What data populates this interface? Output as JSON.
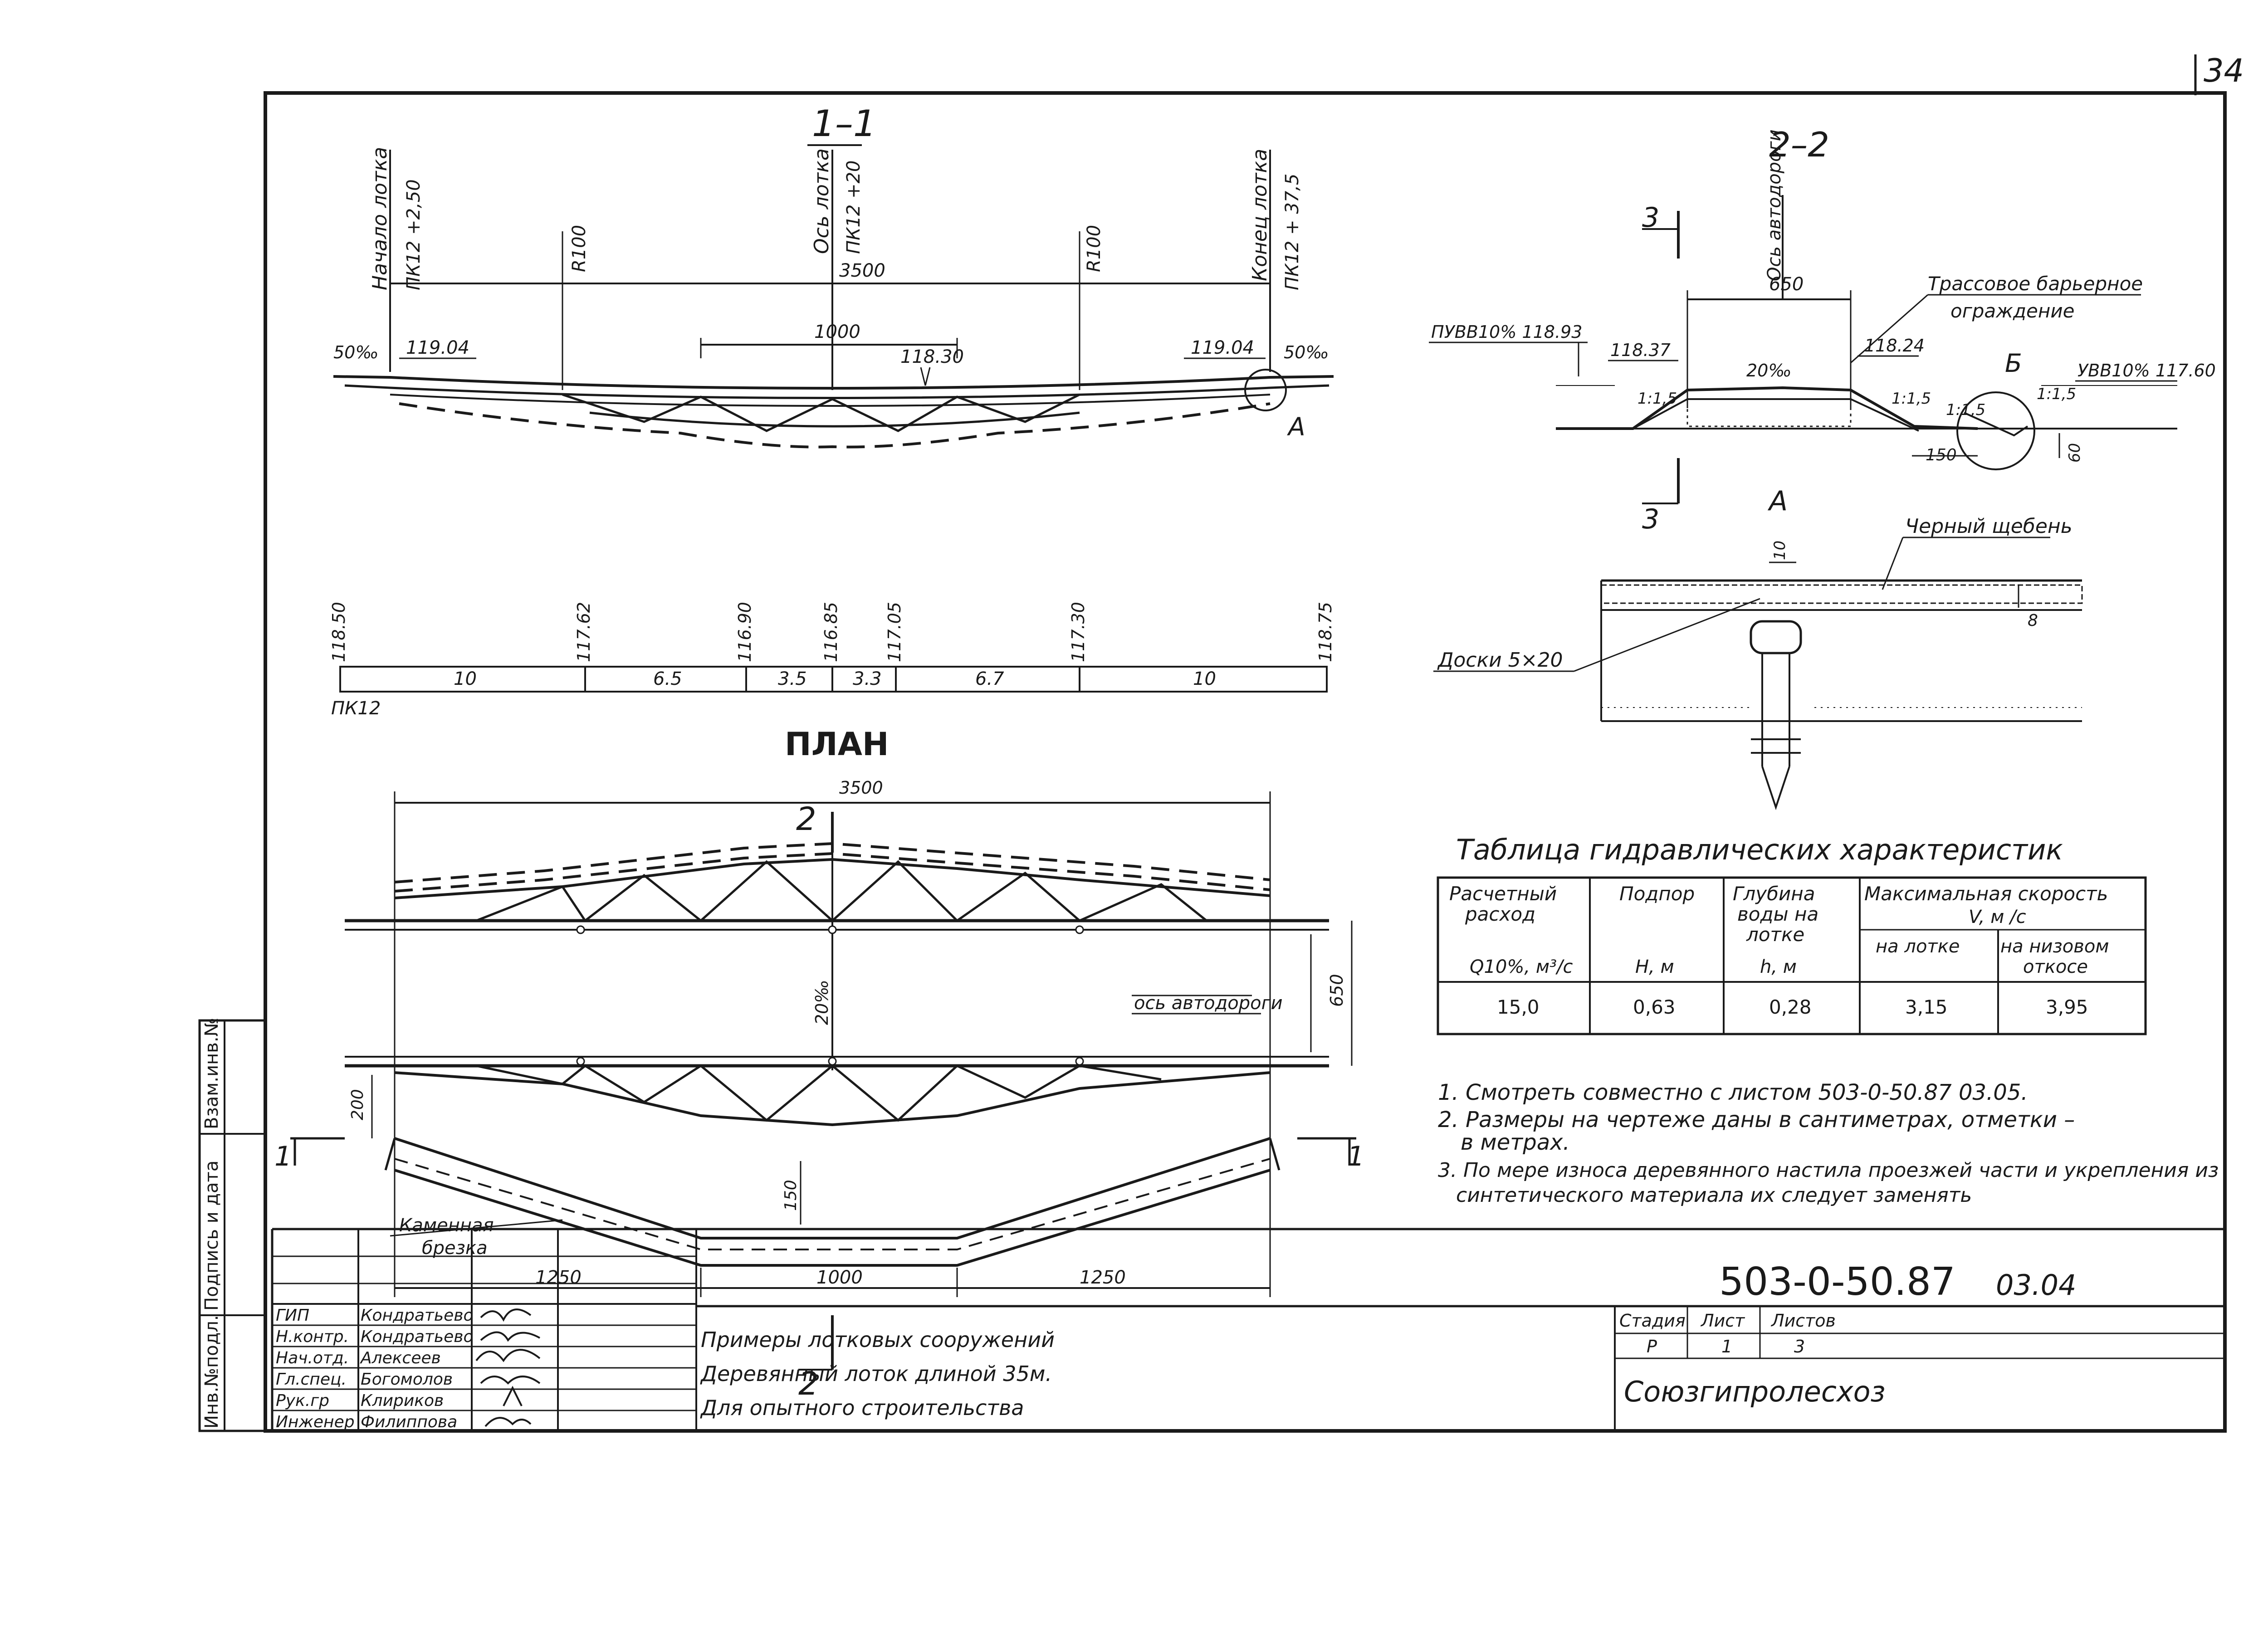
{
  "sheet_number": "34",
  "section_1_1": {
    "title": "1–1",
    "start_label": "Начало лотка",
    "start_pk": "ПК12 +2,50",
    "axis_label": "Ось лотка",
    "axis_pk": "ПК12 +20",
    "end_label": "Конец лотка",
    "end_pk": "ПК12 + 37,5",
    "radius_left": "R100",
    "radius_right": "R100",
    "dim_total": "3500",
    "dim_middle": "1000",
    "slope_left": "50‰",
    "slope_right": "50‰",
    "elev_left": "119.04",
    "elev_right": "119.04",
    "elev_mid": "118.30",
    "node_a": "А"
  },
  "profile": {
    "elevations": [
      "118.50",
      "117.62",
      "116.90",
      "116.85",
      "117.05",
      "117.30",
      "118.75"
    ],
    "distances": [
      "10",
      "6.5",
      "3.5",
      "3.3",
      "6.7",
      "10"
    ],
    "pk_label": "ПК12"
  },
  "plan": {
    "title": "ПЛАН",
    "dim_total": "3500",
    "section_mark": "2",
    "slope": "20‰",
    "road_axis": "ось автодороги",
    "width": "650",
    "dim_200": "200",
    "dim_150": "150",
    "stone_label": "Каменная брезка",
    "dim_left": "1250",
    "dim_mid": "1000",
    "dim_right": "1250",
    "cut_mark": "1"
  },
  "section_2_2": {
    "title": "2–2",
    "road_axis": "Ось автодороги",
    "width": "650",
    "barrier": "Трассовое барьерное ограждение",
    "puvv": "ПУВВ10% 118.93",
    "uvv": "УВВ10% 117.60",
    "elev_left": "118.37",
    "elev_right": "118.24",
    "slope": "20‰",
    "slope_left": "1:1,5",
    "slope_right": "1:1,5",
    "slope_b": "1:1,5",
    "slope_b2": "1:1,5",
    "node_b": "Б",
    "cut_mark": "3",
    "dim_150": "150",
    "dim_60": "60",
    "node_a": "А"
  },
  "detail_a": {
    "title": "А",
    "dim_10": "10",
    "black_gravel": "Черный щебень",
    "boards": "Доски 5×20",
    "dim_8": "8"
  },
  "table": {
    "title": "Таблица гидравлических характеристик",
    "col1_h": "Расчетный расход",
    "col1_sub": "Q10%, м³/с",
    "col2_h": "Подпор",
    "col2_sub": "H, м",
    "col3_h": "Глубина воды на лотке",
    "col3_sub": "h, м",
    "col4_h": "Максимальная скорость V, м/с",
    "col4a": "на лотке",
    "col4b": "на низовом откосе",
    "values": [
      "15,0",
      "0,63",
      "0,28",
      "3,15",
      "3,95"
    ]
  },
  "notes": [
    "1. Смотреть совместно с листом 503-0-50.87 03.05.",
    "2. Размеры на чертеже даны в сантиметрах, отметки –",
    "в метрах.",
    "3. По мере износа деревянного настила проезжей части и укрепления из",
    "синтетического материала их следует заменять"
  ],
  "stamp": {
    "code": "503-0-50.87",
    "code_suffix": "03.04",
    "roles": [
      "ГИП",
      "Н.контр.",
      "Нач.отд.",
      "Гл.спец.",
      "Рук.гр",
      "Инженер"
    ],
    "names": [
      "Кондратьево",
      "Кондратьево",
      "Алексеев",
      "Богомолов",
      "Клириков",
      "Филиппова"
    ],
    "title_lines": [
      "Примеры лотковых сооружений",
      "Деревянный лоток длиной 35м.",
      "Для опытного строительства"
    ],
    "stage_h": "Стадия",
    "sheet_h": "Лист",
    "sheets_h": "Листов",
    "stage": "Р",
    "sheet": "1",
    "sheets": "3",
    "org": "Союзгипролесхоз"
  },
  "side_stamp": [
    "Инв.№подл.",
    "Подпись и дата",
    "Взам.инв.№"
  ]
}
